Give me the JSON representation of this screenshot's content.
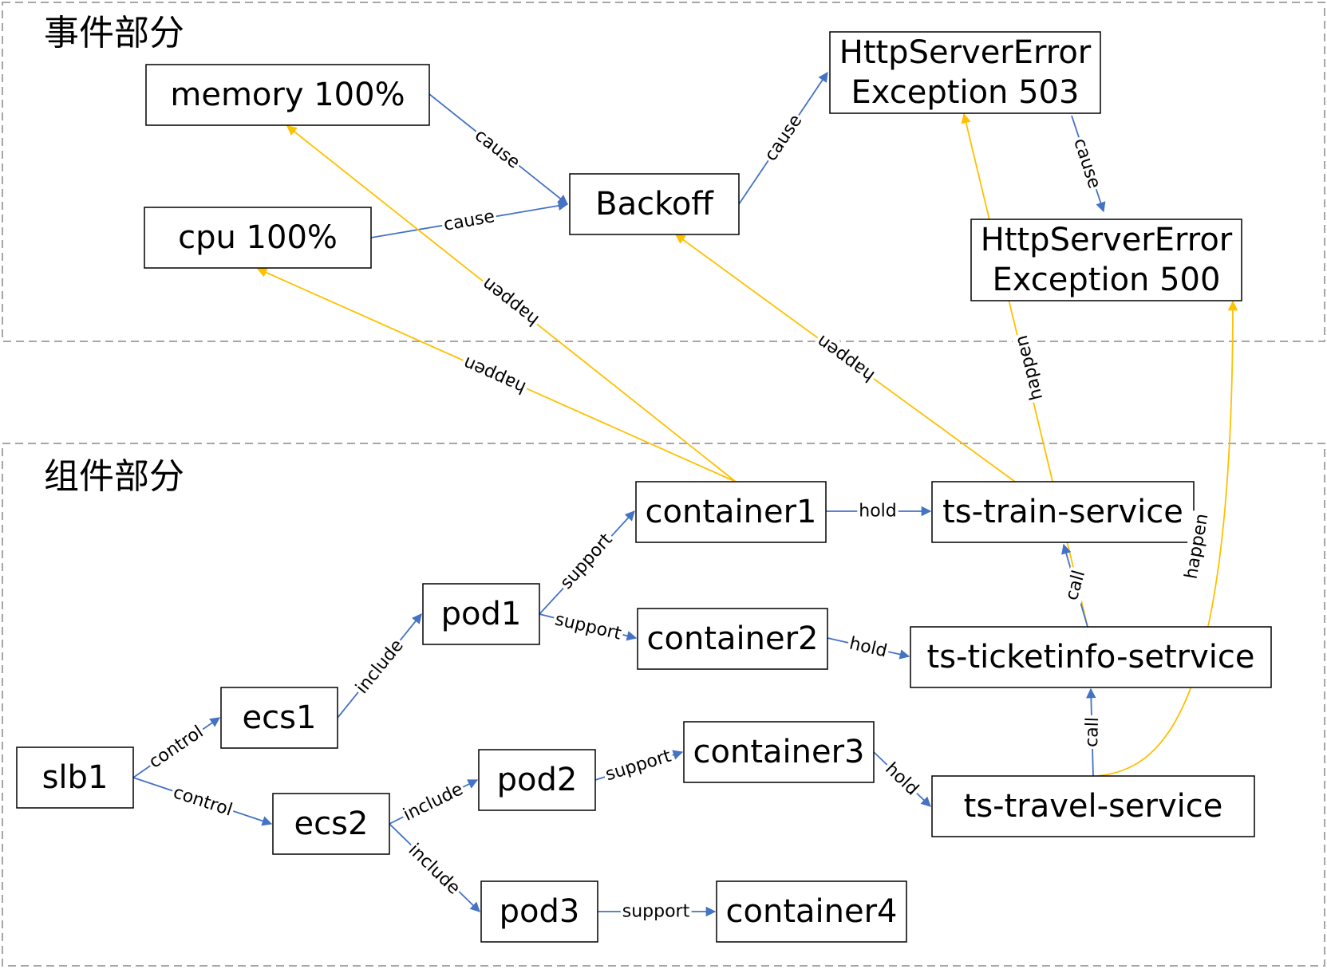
{
  "colors": {
    "structure_edge": "#4472c4",
    "event_edge": "#ffc000",
    "region_border": "#a6a6a6"
  },
  "regions": [
    {
      "id": "event-region",
      "title": "事件部分"
    },
    {
      "id": "component-region",
      "title": "组件部分"
    }
  ],
  "nodes": [
    {
      "id": "memory",
      "lines": [
        "memory 100%"
      ]
    },
    {
      "id": "cpu",
      "lines": [
        "cpu 100%"
      ]
    },
    {
      "id": "backoff",
      "lines": [
        "Backoff"
      ]
    },
    {
      "id": "err503",
      "lines": [
        "HttpServerError",
        "Exception 503"
      ]
    },
    {
      "id": "err500",
      "lines": [
        "HttpServerError",
        "Exception 500"
      ]
    },
    {
      "id": "container1",
      "lines": [
        "container1"
      ]
    },
    {
      "id": "train",
      "lines": [
        "ts-train-service"
      ]
    },
    {
      "id": "pod1",
      "lines": [
        "pod1"
      ]
    },
    {
      "id": "container2",
      "lines": [
        "container2"
      ]
    },
    {
      "id": "ticketinfo",
      "lines": [
        "ts-ticketinfo-setrvice"
      ]
    },
    {
      "id": "ecs1",
      "lines": [
        "ecs1"
      ]
    },
    {
      "id": "container3",
      "lines": [
        "container3"
      ]
    },
    {
      "id": "slb1",
      "lines": [
        "slb1"
      ]
    },
    {
      "id": "pod2",
      "lines": [
        "pod2"
      ]
    },
    {
      "id": "travel",
      "lines": [
        "ts-travel-service"
      ]
    },
    {
      "id": "ecs2",
      "lines": [
        "ecs2"
      ]
    },
    {
      "id": "pod3",
      "lines": [
        "pod3"
      ]
    },
    {
      "id": "container4",
      "lines": [
        "container4"
      ]
    }
  ],
  "edges": [
    {
      "id": "memory-backoff",
      "from": "memory",
      "to": "backoff",
      "label": "cause",
      "kind": "structure"
    },
    {
      "id": "cpu-backoff",
      "from": "cpu",
      "to": "backoff",
      "label": "cause",
      "kind": "structure"
    },
    {
      "id": "backoff-err503",
      "from": "backoff",
      "to": "err503",
      "label": "cause",
      "kind": "structure"
    },
    {
      "id": "err503-err500",
      "from": "err503",
      "to": "err500",
      "label": "cause",
      "kind": "structure"
    },
    {
      "id": "container1-memory",
      "from": "container1",
      "to": "memory",
      "label": "happen",
      "kind": "event"
    },
    {
      "id": "container1-cpu",
      "from": "container1",
      "to": "cpu",
      "label": "happen",
      "kind": "event"
    },
    {
      "id": "train-backoff",
      "from": "ts-train-service",
      "to": "backoff",
      "label": "happen",
      "kind": "event"
    },
    {
      "id": "ticketinfo-err503",
      "from": "ticketinfo",
      "to": "err503",
      "label": "happen",
      "kind": "event"
    },
    {
      "id": "travel-err500",
      "from": "travel",
      "to": "err500",
      "label": "happen",
      "kind": "event"
    },
    {
      "id": "container1-train",
      "from": "container1",
      "to": "train",
      "label": "hold",
      "kind": "structure"
    },
    {
      "id": "pod1-container1",
      "from": "pod1",
      "to": "container1",
      "label": "support",
      "kind": "structure"
    },
    {
      "id": "pod1-container2",
      "from": "pod1",
      "to": "container2",
      "label": "support",
      "kind": "structure"
    },
    {
      "id": "container2-ticketinfo",
      "from": "container2",
      "to": "ticketinfo",
      "label": "hold",
      "kind": "structure"
    },
    {
      "id": "ticketinfo-train",
      "from": "ticketinfo",
      "to": "train",
      "label": "call",
      "kind": "structure"
    },
    {
      "id": "ecs1-pod1",
      "from": "ecs1",
      "to": "pod1",
      "label": "include",
      "kind": "structure"
    },
    {
      "id": "slb1-ecs1",
      "from": "slb1",
      "to": "ecs1",
      "label": "control",
      "kind": "structure"
    },
    {
      "id": "slb1-ecs2",
      "from": "slb1",
      "to": "ecs2",
      "label": "control",
      "kind": "structure"
    },
    {
      "id": "ecs2-pod2",
      "from": "ecs2",
      "to": "pod2",
      "label": "include",
      "kind": "structure"
    },
    {
      "id": "ecs2-pod3",
      "from": "ecs2",
      "to": "pod3",
      "label": "include",
      "kind": "structure"
    },
    {
      "id": "pod2-container3",
      "from": "pod2",
      "to": "container3",
      "label": "support",
      "kind": "structure"
    },
    {
      "id": "container3-travel",
      "from": "container3",
      "to": "travel",
      "label": "hold",
      "kind": "structure"
    },
    {
      "id": "travel-ticketinfo",
      "from": "travel",
      "to": "ticketinfo",
      "label": "call",
      "kind": "structure"
    },
    {
      "id": "pod3-container4",
      "from": "pod3",
      "to": "container4",
      "label": "support",
      "kind": "structure"
    }
  ]
}
